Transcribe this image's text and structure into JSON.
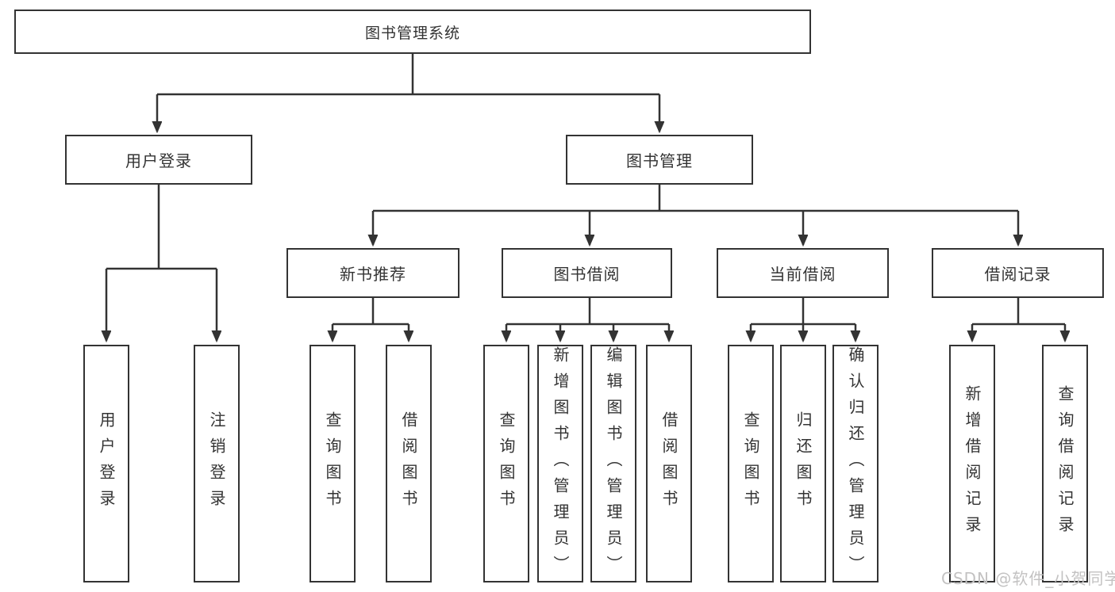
{
  "colors": {
    "line": "#333333",
    "text": "#333333",
    "background": "#ffffff",
    "watermark": "#c3c2c2"
  },
  "diagram": {
    "root": {
      "label": "图书管理系统"
    },
    "level2": [
      {
        "label": "用户登录"
      },
      {
        "label": "图书管理"
      }
    ],
    "level3": [
      {
        "label": "新书推荐"
      },
      {
        "label": "图书借阅"
      },
      {
        "label": "当前借阅"
      },
      {
        "label": "借阅记录"
      }
    ],
    "level4": [
      {
        "label": "用户登录"
      },
      {
        "label": "注销登录"
      },
      {
        "label": "查询图书"
      },
      {
        "label": "借阅图书"
      },
      {
        "label": "查询图书"
      },
      {
        "label": "新增图书（管理员）"
      },
      {
        "label": "编辑图书（管理员）"
      },
      {
        "label": "借阅图书"
      },
      {
        "label": "查询图书"
      },
      {
        "label": "归还图书"
      },
      {
        "label": "确认归还（管理员）"
      },
      {
        "label": "新增借阅记录"
      },
      {
        "label": "查询借阅记录"
      }
    ]
  },
  "watermark": {
    "text": "CSDN @软件_小贺同学"
  }
}
